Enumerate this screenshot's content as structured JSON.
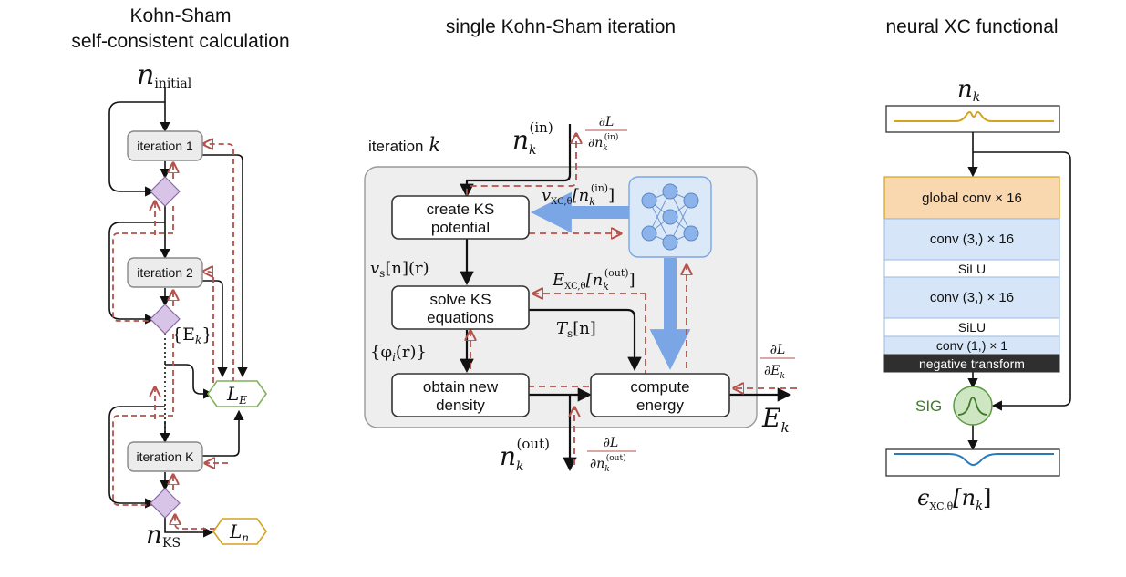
{
  "titles": {
    "left_line1": "Kohn-Sham",
    "left_line2": "self-consistent calculation",
    "middle": "single Kohn-Sham iteration",
    "right": "neural XC functional"
  },
  "left": {
    "n_initial_base": "n",
    "n_initial_sub": "initial",
    "iteration_1": "iteration 1",
    "iteration_2": "iteration 2",
    "iteration_K": "iteration K",
    "energies_label": "{E",
    "energies_sub": "k",
    "energies_close": "}",
    "loss_E_base": "L",
    "loss_E_sub": "E",
    "loss_n_base": "L",
    "loss_n_sub": "n",
    "n_KS_base": "n",
    "n_KS_sub": "KS"
  },
  "middle": {
    "iteration_label": "iteration",
    "iteration_k": "k",
    "box_create_1": "create KS",
    "box_create_2": "potential",
    "box_solve_1": "solve KS",
    "box_solve_2": "equations",
    "box_density_1": "obtain new",
    "box_density_2": "density",
    "box_energy_1": "compute",
    "box_energy_2": "energy",
    "n_in_base": "n",
    "n_in_sub": "k",
    "n_in_sup": "(in)",
    "n_out_base": "n",
    "n_out_sub": "k",
    "n_out_sup": "(out)",
    "vs_label": "v",
    "vs_sub": "s",
    "vs_rest": "[n](r)",
    "phi_label": "{φ",
    "phi_sub": "i",
    "phi_rest": "(r)}",
    "Ts_label": "T",
    "Ts_sub": "s",
    "Ts_rest": "[n]",
    "vxc_label": "v",
    "vxc_sub": "XC,θ",
    "vxc_rest": "[n",
    "vxc_inner_sub": "k",
    "vxc_inner_sup": "(in)",
    "vxc_close": "]",
    "Exc_label": "E",
    "Exc_sub": "XC,θ",
    "Exc_rest": "[n",
    "Exc_inner_sub": "k",
    "Exc_inner_sup": "(out)",
    "Exc_close": "]",
    "Ek_base": "E",
    "Ek_sub": "k",
    "grad_num": "∂L",
    "grad_den_in_base": "∂n",
    "grad_den_in_sub": "k",
    "grad_den_in_sup": "(in)",
    "grad_den_out_base": "∂n",
    "grad_den_out_sub": "k",
    "grad_den_out_sup": "(out)",
    "grad_den_E_base": "∂E",
    "grad_den_E_sub": "k"
  },
  "right": {
    "nk_base": "n",
    "nk_sub": "k",
    "layers": [
      {
        "label": "global conv × 16",
        "kind": "global"
      },
      {
        "label": "conv (3,) × 16",
        "kind": "conv"
      },
      {
        "label": "SiLU",
        "kind": "act"
      },
      {
        "label": "conv (3,) × 16",
        "kind": "conv"
      },
      {
        "label": "SiLU",
        "kind": "act"
      },
      {
        "label": "conv (1,) × 1",
        "kind": "conv"
      },
      {
        "label": "negative transform",
        "kind": "neg"
      }
    ],
    "sig_label": "SIG",
    "eps_label": "ϵ",
    "eps_sub": "XC,θ",
    "eps_rest": "[n",
    "eps_inner_sub": "k",
    "eps_close": "]"
  },
  "colors": {
    "grad_red": "#b5504a",
    "nn_blue": "#7aa6e6",
    "math_blue": "#2a7ab8",
    "loss_green": "#7fb05a",
    "loss_orange": "#d4a21e",
    "diamond": "#d7c4e6",
    "global_conv": "#f9d8b0",
    "conv": "#d6e6f8",
    "neg": "#2f2f2f"
  }
}
